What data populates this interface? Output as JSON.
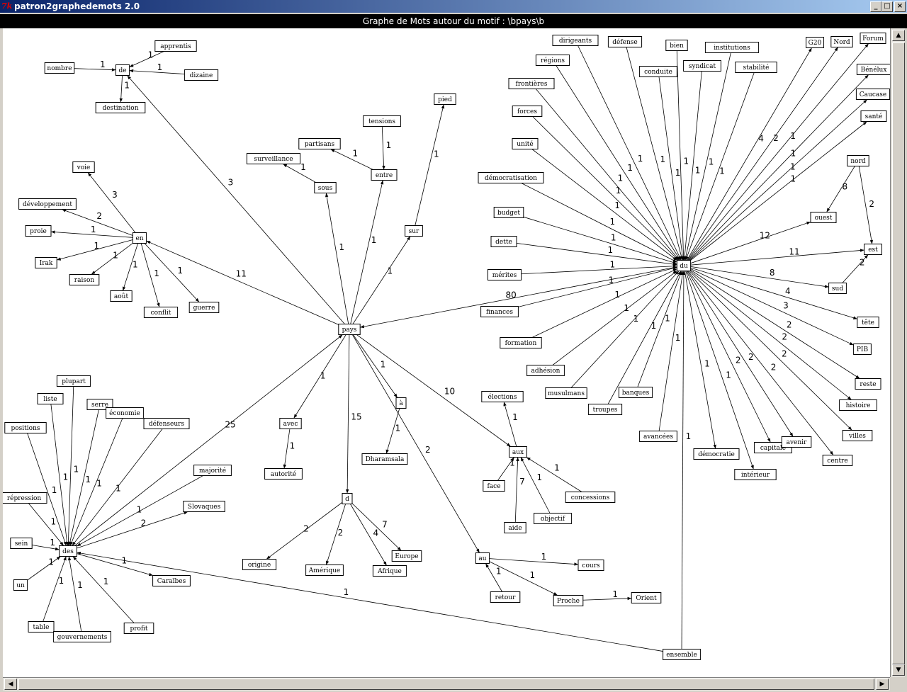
{
  "window": {
    "title": "patron2graphedemots 2.0",
    "buttons": {
      "min": "_",
      "max": "□",
      "close": "×"
    }
  },
  "graph_title": "Graphe de Mots autour du motif : \\bpays\\b",
  "graph": {
    "nodes": [
      {
        "id": "apprentis",
        "label": "apprentis"
      },
      {
        "id": "de",
        "label": "de"
      },
      {
        "id": "nombre",
        "label": "nombre"
      },
      {
        "id": "dizaine",
        "label": "dizaine"
      },
      {
        "id": "destination",
        "label": "destination"
      },
      {
        "id": "voie",
        "label": "voie"
      },
      {
        "id": "developpement",
        "label": "développement"
      },
      {
        "id": "proie",
        "label": "proie"
      },
      {
        "id": "en",
        "label": "en"
      },
      {
        "id": "irak",
        "label": "Irak"
      },
      {
        "id": "raison",
        "label": "raison"
      },
      {
        "id": "aout",
        "label": "août"
      },
      {
        "id": "conflit",
        "label": "conflit"
      },
      {
        "id": "guerre",
        "label": "guerre"
      },
      {
        "id": "surveillance",
        "label": "surveillance"
      },
      {
        "id": "partisans",
        "label": "partisans"
      },
      {
        "id": "tensions",
        "label": "tensions"
      },
      {
        "id": "sous",
        "label": "sous"
      },
      {
        "id": "entre",
        "label": "entre"
      },
      {
        "id": "pied",
        "label": "pied"
      },
      {
        "id": "sur",
        "label": "sur"
      },
      {
        "id": "pays",
        "label": "pays"
      },
      {
        "id": "avec",
        "label": "avec"
      },
      {
        "id": "autorite",
        "label": "autorité"
      },
      {
        "id": "a",
        "label": "à"
      },
      {
        "id": "dharamsala",
        "label": "Dharamsala"
      },
      {
        "id": "d",
        "label": "d"
      },
      {
        "id": "origine",
        "label": "origine"
      },
      {
        "id": "amerique",
        "label": "Amérique"
      },
      {
        "id": "afrique",
        "label": "Afrique"
      },
      {
        "id": "europe",
        "label": "Europe"
      },
      {
        "id": "elections",
        "label": "élections"
      },
      {
        "id": "aux",
        "label": "aux"
      },
      {
        "id": "face",
        "label": "face"
      },
      {
        "id": "aide",
        "label": "aide"
      },
      {
        "id": "objectif",
        "label": "objectif"
      },
      {
        "id": "concessions",
        "label": "concessions"
      },
      {
        "id": "au",
        "label": "au"
      },
      {
        "id": "retour",
        "label": "retour"
      },
      {
        "id": "cours",
        "label": "cours"
      },
      {
        "id": "proche",
        "label": "Proche"
      },
      {
        "id": "orient",
        "label": "Orient"
      },
      {
        "id": "ensemble",
        "label": "ensemble"
      },
      {
        "id": "plupart",
        "label": "plupart"
      },
      {
        "id": "liste",
        "label": "liste"
      },
      {
        "id": "serre",
        "label": "serre"
      },
      {
        "id": "economie",
        "label": "économie"
      },
      {
        "id": "positions",
        "label": "positions"
      },
      {
        "id": "defenseurs",
        "label": "défenseurs"
      },
      {
        "id": "majorite",
        "label": "majorité"
      },
      {
        "id": "repression",
        "label": "répression"
      },
      {
        "id": "slovaques",
        "label": "Slovaques"
      },
      {
        "id": "sein",
        "label": "sein"
      },
      {
        "id": "des",
        "label": "des"
      },
      {
        "id": "un",
        "label": "un"
      },
      {
        "id": "caraibes",
        "label": "Caraïbes"
      },
      {
        "id": "table",
        "label": "table"
      },
      {
        "id": "gouvernements",
        "label": "gouvernements"
      },
      {
        "id": "profit",
        "label": "profit"
      },
      {
        "id": "du",
        "label": "du"
      },
      {
        "id": "dirigeants",
        "label": "dirigeants"
      },
      {
        "id": "defense",
        "label": "défense"
      },
      {
        "id": "bien",
        "label": "bien"
      },
      {
        "id": "institutions",
        "label": "institutions"
      },
      {
        "id": "g20",
        "label": "G20"
      },
      {
        "id": "nord_cap",
        "label": "Nord"
      },
      {
        "id": "forum",
        "label": "Forum"
      },
      {
        "id": "regions",
        "label": "régions"
      },
      {
        "id": "conduite",
        "label": "conduite"
      },
      {
        "id": "syndicat",
        "label": "syndicat"
      },
      {
        "id": "stabilite",
        "label": "stabilité"
      },
      {
        "id": "benelux",
        "label": "Bénélux"
      },
      {
        "id": "frontieres",
        "label": "frontières"
      },
      {
        "id": "caucase",
        "label": "Caucase"
      },
      {
        "id": "forces",
        "label": "forces"
      },
      {
        "id": "sante",
        "label": "santé"
      },
      {
        "id": "unite",
        "label": "unité"
      },
      {
        "id": "nord",
        "label": "nord"
      },
      {
        "id": "democratisation",
        "label": "démocratisation"
      },
      {
        "id": "budget",
        "label": "budget"
      },
      {
        "id": "ouest",
        "label": "ouest"
      },
      {
        "id": "dette",
        "label": "dette"
      },
      {
        "id": "est",
        "label": "est"
      },
      {
        "id": "merites",
        "label": "mérites"
      },
      {
        "id": "sud",
        "label": "sud"
      },
      {
        "id": "finances",
        "label": "finances"
      },
      {
        "id": "tete",
        "label": "tête"
      },
      {
        "id": "formation",
        "label": "formation"
      },
      {
        "id": "pib",
        "label": "PIB"
      },
      {
        "id": "adhesion",
        "label": "adhésion"
      },
      {
        "id": "reste",
        "label": "reste"
      },
      {
        "id": "musulmans",
        "label": "musulmans"
      },
      {
        "id": "banques",
        "label": "banques"
      },
      {
        "id": "histoire",
        "label": "histoire"
      },
      {
        "id": "troupes",
        "label": "troupes"
      },
      {
        "id": "villes",
        "label": "villes"
      },
      {
        "id": "avancees",
        "label": "avancées"
      },
      {
        "id": "democratie",
        "label": "démocratie"
      },
      {
        "id": "capitale",
        "label": "capitale"
      },
      {
        "id": "avenir",
        "label": "avenir"
      },
      {
        "id": "centre",
        "label": "centre"
      },
      {
        "id": "interieur",
        "label": "intérieur"
      }
    ],
    "edges": [
      {
        "from": "apprentis",
        "to": "de",
        "w": "1"
      },
      {
        "from": "nombre",
        "to": "de",
        "w": "1"
      },
      {
        "from": "dizaine",
        "to": "de",
        "w": "1"
      },
      {
        "from": "de",
        "to": "destination",
        "w": "1"
      },
      {
        "from": "pays",
        "to": "de",
        "w": "3"
      },
      {
        "from": "en",
        "to": "voie",
        "w": "3"
      },
      {
        "from": "en",
        "to": "developpement",
        "w": "2"
      },
      {
        "from": "en",
        "to": "proie",
        "w": "1"
      },
      {
        "from": "en",
        "to": "irak",
        "w": "1"
      },
      {
        "from": "en",
        "to": "raison",
        "w": "1"
      },
      {
        "from": "en",
        "to": "aout",
        "w": "1"
      },
      {
        "from": "en",
        "to": "conflit",
        "w": "1"
      },
      {
        "from": "en",
        "to": "guerre",
        "w": "1"
      },
      {
        "from": "pays",
        "to": "en",
        "w": "11"
      },
      {
        "from": "sous",
        "to": "surveillance",
        "w": "1"
      },
      {
        "from": "entre",
        "to": "partisans",
        "w": "1"
      },
      {
        "from": "tensions",
        "to": "entre",
        "w": "1"
      },
      {
        "from": "pays",
        "to": "sous",
        "w": "1"
      },
      {
        "from": "pays",
        "to": "entre",
        "w": "1"
      },
      {
        "from": "sur",
        "to": "pied",
        "w": "1"
      },
      {
        "from": "pays",
        "to": "sur",
        "w": "1"
      },
      {
        "from": "pays",
        "to": "avec",
        "w": "1"
      },
      {
        "from": "avec",
        "to": "autorite",
        "w": "1"
      },
      {
        "from": "pays",
        "to": "a",
        "w": "1"
      },
      {
        "from": "a",
        "to": "dharamsala",
        "w": "1"
      },
      {
        "from": "pays",
        "to": "d",
        "w": "15"
      },
      {
        "from": "d",
        "to": "origine",
        "w": "2"
      },
      {
        "from": "d",
        "to": "amerique",
        "w": "2"
      },
      {
        "from": "d",
        "to": "afrique",
        "w": "4"
      },
      {
        "from": "d",
        "to": "europe",
        "w": "7"
      },
      {
        "from": "pays",
        "to": "aux",
        "w": "10"
      },
      {
        "from": "aux",
        "to": "elections",
        "w": "1"
      },
      {
        "from": "face",
        "to": "aux",
        "w": "1"
      },
      {
        "from": "aide",
        "to": "aux",
        "w": "7"
      },
      {
        "from": "objectif",
        "to": "aux",
        "w": "1"
      },
      {
        "from": "concessions",
        "to": "aux",
        "w": "1"
      },
      {
        "from": "pays",
        "to": "au",
        "w": "2"
      },
      {
        "from": "retour",
        "to": "au",
        "w": "1"
      },
      {
        "from": "au",
        "to": "cours",
        "w": "1"
      },
      {
        "from": "au",
        "to": "proche",
        "w": "1"
      },
      {
        "from": "proche",
        "to": "orient",
        "w": "1"
      },
      {
        "from": "des",
        "to": "pays",
        "w": "25"
      },
      {
        "from": "ensemble",
        "to": "des",
        "w": "1"
      },
      {
        "from": "plupart",
        "to": "des",
        "w": "1"
      },
      {
        "from": "liste",
        "to": "des",
        "w": "1"
      },
      {
        "from": "serre",
        "to": "des",
        "w": "1"
      },
      {
        "from": "economie",
        "to": "des",
        "w": "1"
      },
      {
        "from": "positions",
        "to": "des",
        "w": "1"
      },
      {
        "from": "defenseurs",
        "to": "des",
        "w": "1"
      },
      {
        "from": "majorite",
        "to": "des",
        "w": "1"
      },
      {
        "from": "repression",
        "to": "des",
        "w": "1"
      },
      {
        "from": "des",
        "to": "slovaques",
        "w": "2"
      },
      {
        "from": "sein",
        "to": "des",
        "w": "1"
      },
      {
        "from": "un",
        "to": "des",
        "w": "1"
      },
      {
        "from": "des",
        "to": "caraibes",
        "w": "1"
      },
      {
        "from": "table",
        "to": "des",
        "w": "1"
      },
      {
        "from": "gouvernements",
        "to": "des",
        "w": "1"
      },
      {
        "from": "profit",
        "to": "des",
        "w": "1"
      },
      {
        "from": "du",
        "to": "pays",
        "w": "80"
      },
      {
        "from": "ensemble",
        "to": "du",
        "w": "1"
      },
      {
        "from": "dirigeants",
        "to": "du",
        "w": "1"
      },
      {
        "from": "defense",
        "to": "du",
        "w": "1"
      },
      {
        "from": "bien",
        "to": "du",
        "w": "1"
      },
      {
        "from": "institutions",
        "to": "du",
        "w": "1"
      },
      {
        "from": "du",
        "to": "g20",
        "w": "4"
      },
      {
        "from": "du",
        "to": "nord_cap",
        "w": "2"
      },
      {
        "from": "du",
        "to": "forum",
        "w": "1"
      },
      {
        "from": "regions",
        "to": "du",
        "w": "1"
      },
      {
        "from": "conduite",
        "to": "du",
        "w": "1"
      },
      {
        "from": "syndicat",
        "to": "du",
        "w": "1"
      },
      {
        "from": "stabilite",
        "to": "du",
        "w": "1"
      },
      {
        "from": "du",
        "to": "benelux",
        "w": "1"
      },
      {
        "from": "frontieres",
        "to": "du",
        "w": "1"
      },
      {
        "from": "du",
        "to": "caucase",
        "w": "1"
      },
      {
        "from": "forces",
        "to": "du",
        "w": "1"
      },
      {
        "from": "du",
        "to": "sante",
        "w": "1"
      },
      {
        "from": "unite",
        "to": "du",
        "w": "1"
      },
      {
        "from": "democratisation",
        "to": "du",
        "w": "1"
      },
      {
        "from": "budget",
        "to": "du",
        "w": "1"
      },
      {
        "from": "du",
        "to": "ouest",
        "w": "12"
      },
      {
        "from": "dette",
        "to": "du",
        "w": "1"
      },
      {
        "from": "du",
        "to": "est",
        "w": "11"
      },
      {
        "from": "merites",
        "to": "du",
        "w": "1"
      },
      {
        "from": "du",
        "to": "sud",
        "w": "8"
      },
      {
        "from": "finances",
        "to": "du",
        "w": "1"
      },
      {
        "from": "du",
        "to": "tete",
        "w": "4"
      },
      {
        "from": "formation",
        "to": "du",
        "w": "1"
      },
      {
        "from": "du",
        "to": "pib",
        "w": "3"
      },
      {
        "from": "adhesion",
        "to": "du",
        "w": "1"
      },
      {
        "from": "du",
        "to": "reste",
        "w": "2"
      },
      {
        "from": "musulmans",
        "to": "du",
        "w": "1"
      },
      {
        "from": "banques",
        "to": "du",
        "w": "1"
      },
      {
        "from": "du",
        "to": "histoire",
        "w": "2"
      },
      {
        "from": "troupes",
        "to": "du",
        "w": "1"
      },
      {
        "from": "du",
        "to": "villes",
        "w": "2"
      },
      {
        "from": "avancees",
        "to": "du",
        "w": "1"
      },
      {
        "from": "du",
        "to": "democratie",
        "w": "1"
      },
      {
        "from": "du",
        "to": "capitale",
        "w": "2"
      },
      {
        "from": "du",
        "to": "avenir",
        "w": "2"
      },
      {
        "from": "du",
        "to": "centre",
        "w": "2"
      },
      {
        "from": "du",
        "to": "interieur",
        "w": "1"
      },
      {
        "from": "nord",
        "to": "ouest",
        "w": "8"
      },
      {
        "from": "nord",
        "to": "est",
        "w": "2"
      },
      {
        "from": "sud",
        "to": "est",
        "w": "2"
      }
    ]
  }
}
